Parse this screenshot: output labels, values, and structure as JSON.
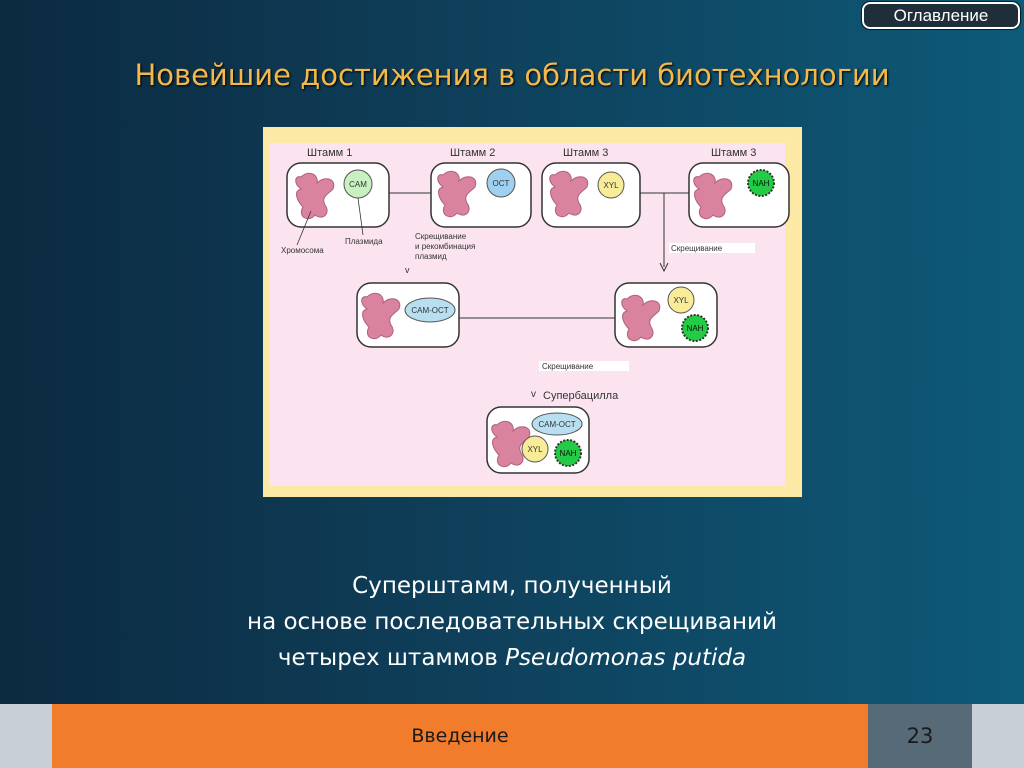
{
  "nav": {
    "toc_label": "Оглавление"
  },
  "slide": {
    "title": "Новейшие достижения в области биотехнологии",
    "caption_line1": "Суперштамм, полученный",
    "caption_line2": "на основе последовательных скрещиваний",
    "caption_line3_prefix": "четырех штаммов ",
    "caption_line3_italic": "Pseudomonas putida"
  },
  "diagram": {
    "strain1": "Штамм 1",
    "strain2": "Штамм 2",
    "strain3a": "Штамм 3",
    "strain3b": "Штамм 3",
    "plasmid_cam": "CAM",
    "plasmid_oct": "OCT",
    "plasmid_xyl": "XYL",
    "plasmid_nah": "NAH",
    "plasmid_camoct": "CAM-OCT",
    "label_chromosome": "Хромосома",
    "label_plasmid": "Плазмида",
    "label_recomb_1": "Скрещивание",
    "label_recomb_2": "и рекомбинация",
    "label_recomb_3": "плазмид",
    "label_cross_right": "Скрещивание",
    "label_cross_mid": "Скрещивание",
    "label_superbacillus": "Супербацилла",
    "colors": {
      "background": "#fbe4f0",
      "chromosome": "#d9839f",
      "cam": "#c8f0c0",
      "oct": "#9fd0f0",
      "xyl": "#f8ec98",
      "nah": "#22cc44"
    }
  },
  "footer": {
    "section": "Введение",
    "page": "23"
  }
}
